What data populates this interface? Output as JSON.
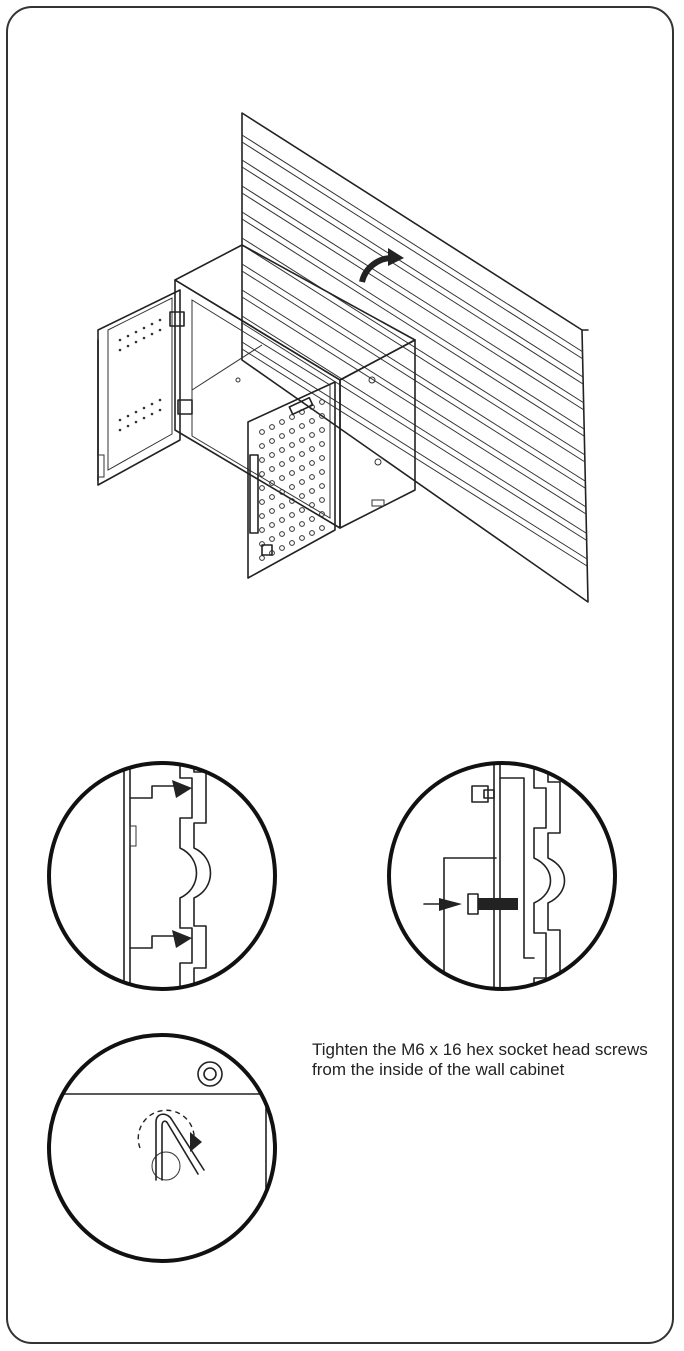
{
  "page": {
    "instruction_text": "Tighten the M6 x 16 hex socket head screws from the inside of the wall cabinet"
  },
  "illustrations": {
    "main": "wall-cabinet-on-slatwall",
    "detail_1": "hook-engagement-detail",
    "detail_2": "screw-insertion-detail",
    "detail_3": "hex-key-tightening-detail"
  },
  "colors": {
    "line": "#222222",
    "background": "#ffffff"
  }
}
